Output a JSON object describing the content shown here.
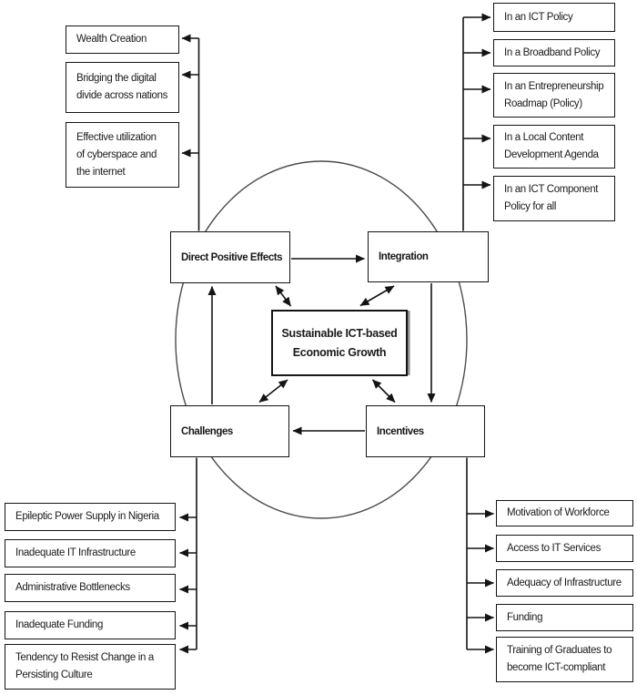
{
  "diagram": {
    "center": {
      "lines": [
        "Sustainable ICT-based",
        "Economic Growth"
      ]
    },
    "boxes": {
      "direct_positive_effects": "Direct Positive Effects",
      "integration": "Integration",
      "challenges": "Challenges",
      "incentives": "Incentives"
    },
    "effects": [
      {
        "lines": [
          "Wealth Creation"
        ]
      },
      {
        "lines": [
          "Bridging the digital",
          "divide across nations"
        ]
      },
      {
        "lines": [
          "Effective utilization",
          "of cyberspace and",
          "the internet"
        ]
      }
    ],
    "policies": [
      {
        "lines": [
          "In an ICT Policy"
        ]
      },
      {
        "lines": [
          "In a Broadband Policy"
        ]
      },
      {
        "lines": [
          "In an Entrepreneurship",
          "Roadmap (Policy)"
        ]
      },
      {
        "lines": [
          "In a Local Content",
          "Development Agenda"
        ]
      },
      {
        "lines": [
          "In an ICT Component",
          "Policy for all"
        ]
      }
    ],
    "challenge_items": [
      {
        "lines": [
          "Epileptic Power Supply in Nigeria"
        ]
      },
      {
        "lines": [
          "Inadequate IT Infrastructure"
        ]
      },
      {
        "lines": [
          "Administrative Bottlenecks"
        ]
      },
      {
        "lines": [
          "Inadequate Funding"
        ]
      },
      {
        "lines": [
          "Tendency to Resist Change in a",
          "Persisting Culture"
        ]
      }
    ],
    "incentive_items": [
      {
        "lines": [
          "Motivation of Workforce"
        ]
      },
      {
        "lines": [
          "Access to IT Services"
        ]
      },
      {
        "lines": [
          "Adequacy of Infrastructure"
        ]
      },
      {
        "lines": [
          "Funding"
        ]
      },
      {
        "lines": [
          "Training of Graduates to",
          "become ICT-compliant"
        ]
      }
    ]
  },
  "colors": {
    "line": "#141414",
    "ellipse": "#4a4a4a",
    "box_border": "#141414",
    "text": "#1a1a1a",
    "center_shadow": "#8c8c8c",
    "background": "#ffffff"
  }
}
